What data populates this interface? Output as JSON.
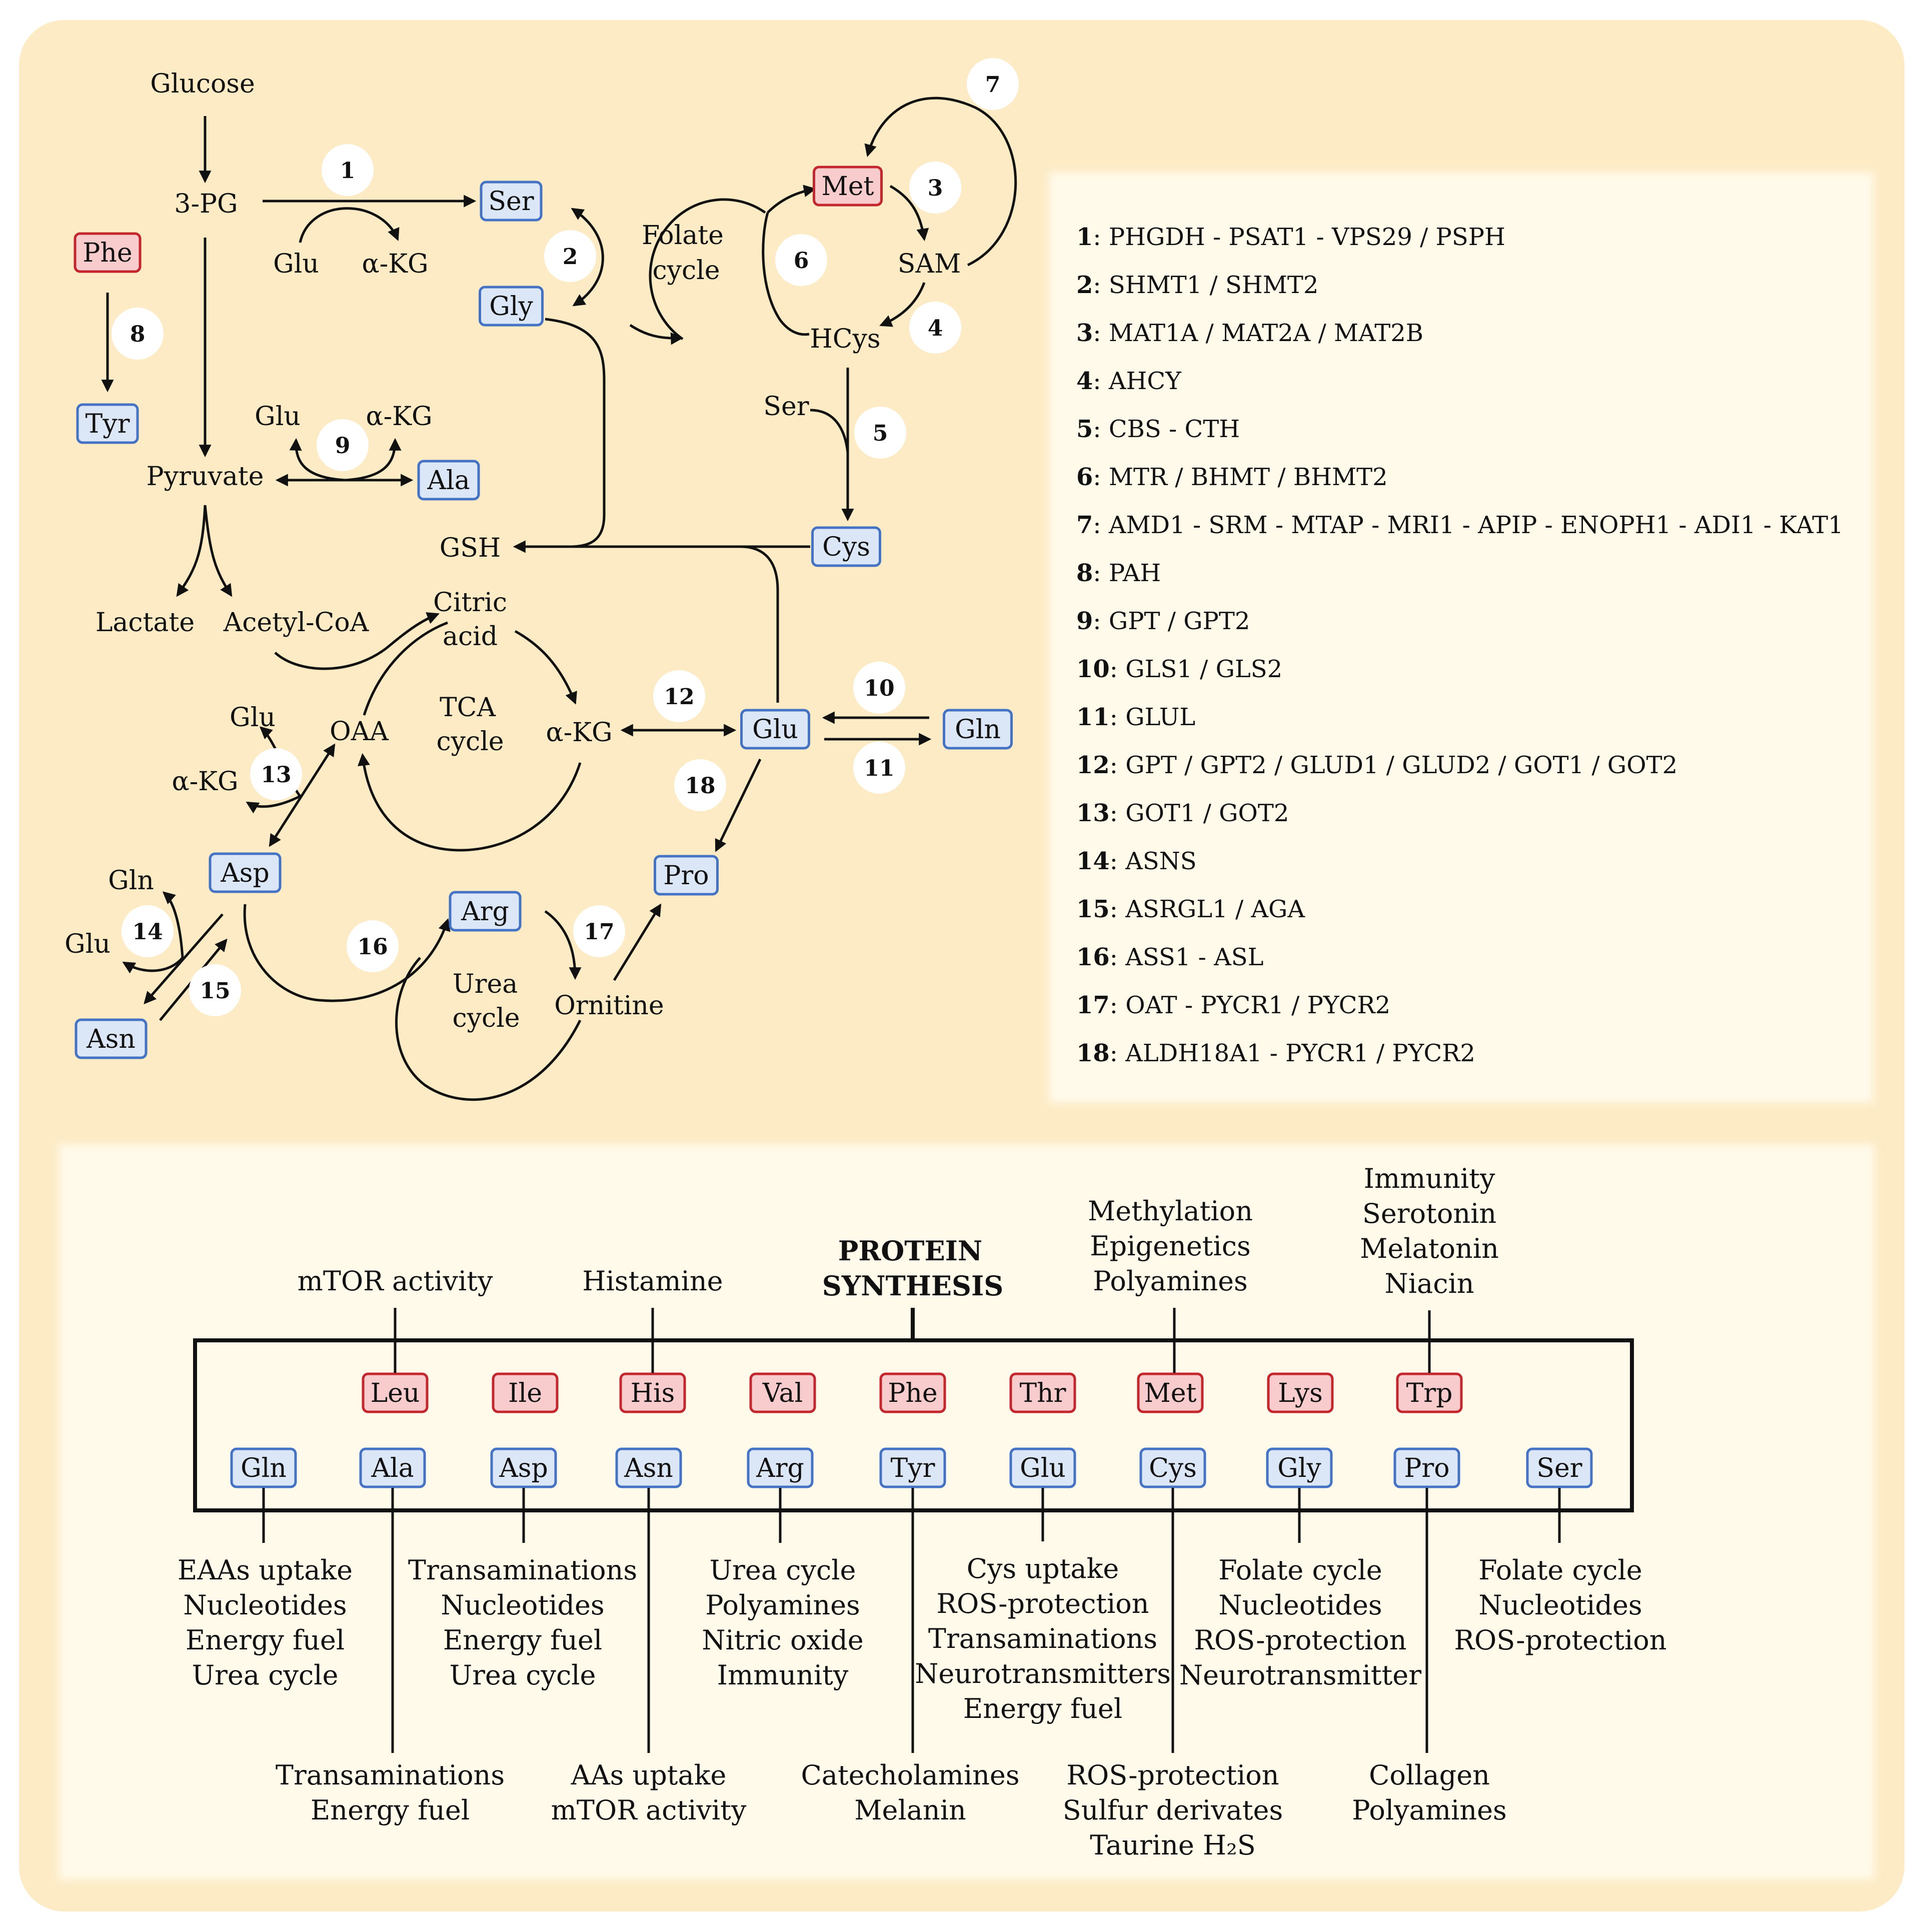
{
  "pathway": {
    "glucose": "Glucose",
    "pg3": "3-PG",
    "glu_a": "Glu",
    "akg_a": "α-KG",
    "ser_box": "Ser",
    "gly_box": "Gly",
    "folate_1": "Folate",
    "folate_2": "cycle",
    "met_box": "Met",
    "sam": "SAM",
    "hcys": "HCys",
    "ser_text": "Ser",
    "cys_box": "Cys",
    "gsh": "GSH",
    "phe_box": "Phe",
    "tyr_box": "Tyr",
    "glu_b": "Glu",
    "akg_b": "α-KG",
    "pyruvate": "Pyruvate",
    "ala_box": "Ala",
    "lactate": "Lactate",
    "acetylcoa": "Acetyl-CoA",
    "citric_1": "Citric",
    "citric_2": "acid",
    "tca_1": "TCA",
    "tca_2": "cycle",
    "oaa": "OAA",
    "akg_c": "α-KG",
    "glu_c": "Glu",
    "akg_d": "α-KG",
    "glu_box": "Glu",
    "gln_box": "Gln",
    "asp_box": "Asp",
    "gln_text": "Gln",
    "glu_text": "Glu",
    "asn_box": "Asn",
    "arg_box": "Arg",
    "pro_box": "Pro",
    "urea_1": "Urea",
    "urea_2": "cycle",
    "ornitine": "Ornitine",
    "n1": "1",
    "n2": "2",
    "n3": "3",
    "n4": "4",
    "n5": "5",
    "n6": "6",
    "n7": "7",
    "n8": "8",
    "n9": "9",
    "n10": "10",
    "n11": "11",
    "n12": "12",
    "n13": "13",
    "n14": "14",
    "n15": "15",
    "n16": "16",
    "n17": "17",
    "n18": "18"
  },
  "legend": [
    {
      "num": "1",
      "text": "PHGDH - PSAT1 - VPS29 / PSPH"
    },
    {
      "num": "2",
      "text": "SHMT1 / SHMT2"
    },
    {
      "num": "3",
      "text": "MAT1A / MAT2A / MAT2B"
    },
    {
      "num": "4",
      "text": "AHCY"
    },
    {
      "num": "5",
      "text": "CBS - CTH"
    },
    {
      "num": "6",
      "text": "MTR / BHMT / BHMT2"
    },
    {
      "num": "7",
      "text": "AMD1 - SRM - MTAP - MRI1 - APIP - ENOPH1 - ADI1 - KAT1"
    },
    {
      "num": "8",
      "text": "PAH"
    },
    {
      "num": "9",
      "text": "GPT / GPT2"
    },
    {
      "num": "10",
      "text": "GLS1 / GLS2"
    },
    {
      "num": "11",
      "text": "GLUL"
    },
    {
      "num": "12",
      "text": "GPT / GPT2 / GLUD1 / GLUD2 / GOT1 / GOT2"
    },
    {
      "num": "13",
      "text": "GOT1 / GOT2"
    },
    {
      "num": "14",
      "text": "ASNS"
    },
    {
      "num": "15",
      "text": "ASRGL1 / AGA"
    },
    {
      "num": "16",
      "text": "ASS1 - ASL"
    },
    {
      "num": "17",
      "text": "OAT - PYCR1 / PYCR2"
    },
    {
      "num": "18",
      "text": "ALDH18A1 - PYCR1 / PYCR2"
    }
  ],
  "protein": {
    "title_1": "PROTEIN",
    "title_2": "SYNTHESIS",
    "essential": [
      "Leu",
      "Ile",
      "His",
      "Val",
      "Phe",
      "Thr",
      "Met",
      "Lys",
      "Trp"
    ],
    "nonessential": [
      "Gln",
      "Ala",
      "Asp",
      "Asn",
      "Arg",
      "Tyr",
      "Glu",
      "Cys",
      "Gly",
      "Pro",
      "Ser"
    ],
    "top_roles": {
      "leu": [
        "mTOR activity"
      ],
      "his": [
        "Histamine"
      ],
      "met": [
        "Methylation",
        "Epigenetics",
        "Polyamines"
      ],
      "trp": [
        "Immunity",
        "Serotonin",
        "Melatonin",
        "Niacin"
      ]
    },
    "bottom_roles": {
      "gln": [
        "EAAs  uptake",
        "Nucleotides",
        "Energy fuel",
        "Urea cycle"
      ],
      "ala": [
        "Transaminations",
        "Energy fuel"
      ],
      "asp": [
        "Transaminations",
        "Nucleotides",
        "Energy fuel",
        "Urea cycle"
      ],
      "asn": [
        "AAs  uptake",
        "mTOR activity"
      ],
      "arg": [
        "Urea cycle",
        "Polyamines",
        "Nitric oxide",
        "Immunity"
      ],
      "tyr": [
        "Catecholamines",
        "Melanin"
      ],
      "glu": [
        "Cys uptake",
        "ROS-protection",
        "Transaminations",
        "Neurotransmitters",
        "Energy fuel"
      ],
      "cys": [
        "ROS-protection",
        "Sulfur derivates",
        "Taurine  H₂S"
      ],
      "gly": [
        "Folate cycle",
        "Nucleotides",
        "ROS-protection",
        "Neurotransmitter"
      ],
      "pro": [
        "Collagen",
        "Polyamines"
      ],
      "ser": [
        "Folate cycle",
        "Nucleotides",
        "ROS-protection"
      ]
    }
  },
  "colors": {
    "outer_bg": "#fdebc6",
    "panel_bg": "#fffaea",
    "red_fill": "#f8cccc",
    "red_stroke": "#c4262e",
    "blue_fill": "#dbe6f6",
    "blue_stroke": "#4472c4"
  }
}
